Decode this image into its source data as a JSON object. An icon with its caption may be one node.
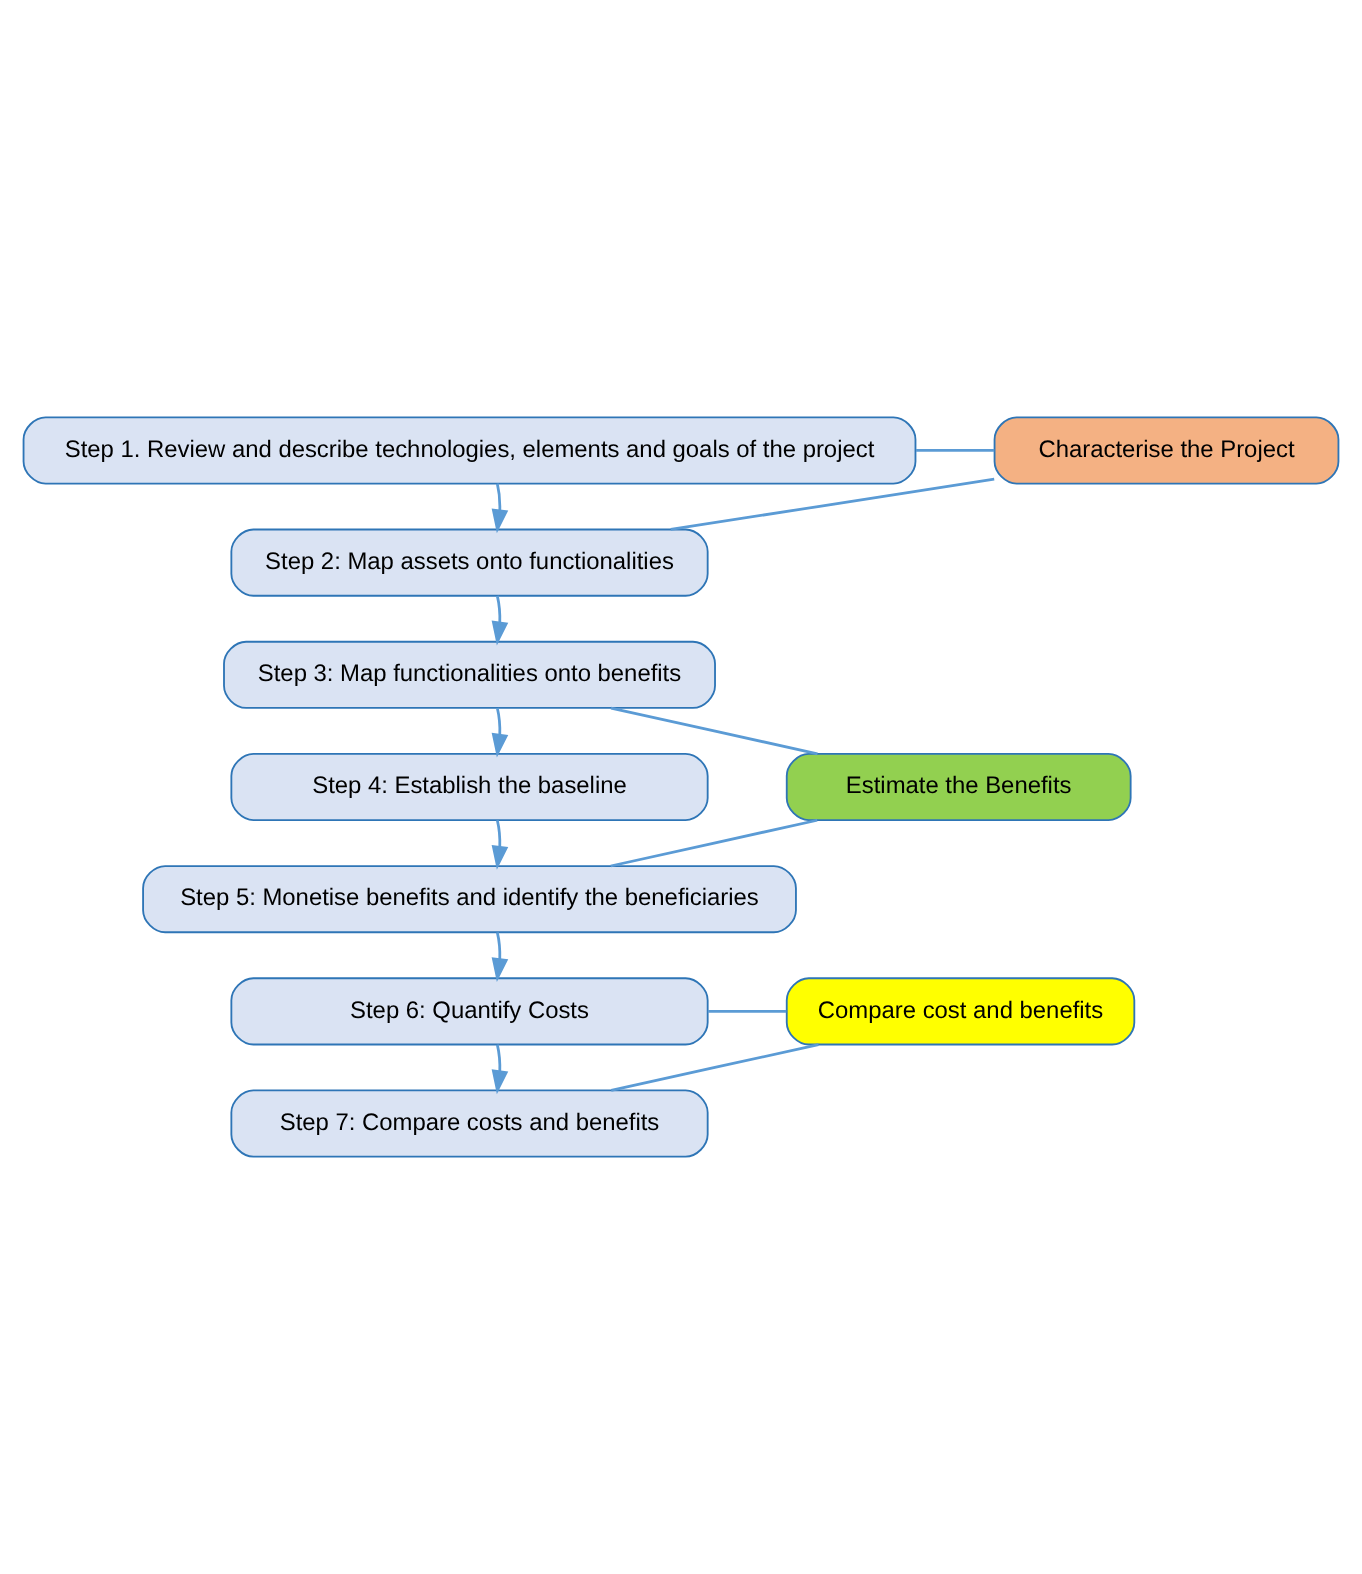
{
  "diagram": {
    "nodes": [
      {
        "text": [
          "Step 1. Review and describe technologies, elements and goals of the project"
        ]
      },
      {
        "text": [
          "Step 2: Map assets onto functionalities"
        ]
      },
      {
        "text": [
          "Step 3: Map functionalities onto benefits"
        ]
      },
      {
        "text": [
          "Step 4: Establish the baseline"
        ]
      },
      {
        "text": [
          "Step 5: Monetise benefits and identify the beneficiaries"
        ]
      },
      {
        "text": [
          "Step 6: Quantify Costs"
        ]
      },
      {
        "text": [
          "Step 7: Compare costs and benefits"
        ]
      },
      {
        "text": [
          "Characterise the Project"
        ]
      },
      {
        "text": [
          "Estimate the Benefits"
        ]
      },
      {
        "text": [
          "Compare cost and benefits"
        ]
      }
    ],
    "edges": [
      {
        "from": 0,
        "to": 1,
        "arrow": "to"
      },
      {
        "from": 1,
        "to": 2,
        "arrow": "to"
      },
      {
        "from": 2,
        "to": 3,
        "arrow": "to"
      },
      {
        "from": 3,
        "to": 4,
        "arrow": "to"
      },
      {
        "from": 4,
        "to": 5,
        "arrow": "to"
      },
      {
        "from": 5,
        "to": 6,
        "arrow": "to"
      },
      {
        "from": 0,
        "to": 7,
        "arrow": "none"
      },
      {
        "from": 1,
        "to": 7,
        "arrow": "none"
      },
      {
        "from": 2,
        "to": 8,
        "arrow": "none"
      },
      {
        "from": 4,
        "to": 8,
        "arrow": "none"
      },
      {
        "from": 5,
        "to": 9,
        "arrow": "none"
      },
      {
        "from": 6,
        "to": 9,
        "arrow": "none"
      }
    ]
  }
}
